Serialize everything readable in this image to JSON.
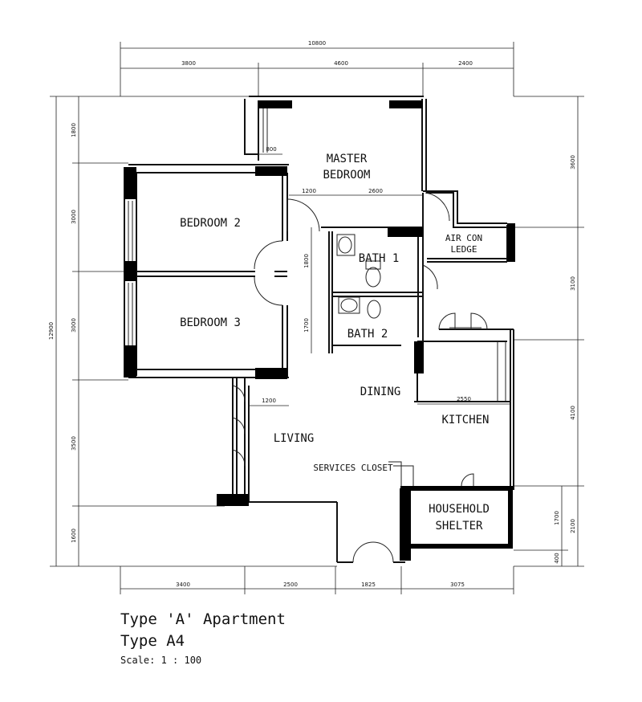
{
  "rooms": {
    "master_bedroom_1": "MASTER",
    "master_bedroom_2": "BEDROOM",
    "bedroom2": "BEDROOM 2",
    "bedroom3": "BEDROOM 3",
    "bath1": "BATH 1",
    "bath2": "BATH 2",
    "aircon_1": "AIR CON",
    "aircon_2": "LEDGE",
    "dining": "DINING",
    "kitchen": "KITCHEN",
    "living": "LIVING",
    "services": "SERVICES CLOSET",
    "shelter_1": "HOUSEHOLD",
    "shelter_2": "SHELTER"
  },
  "dimensions": {
    "overall_width": "10800",
    "top_left": "3800",
    "top_mid": "4600",
    "top_right": "2400",
    "bottom_1": "3400",
    "bottom_2": "2500",
    "bottom_3": "1825",
    "bottom_4": "3075",
    "left_overall": "12900",
    "left_1": "1800",
    "left_2": "3000",
    "left_3": "3000",
    "left_4": "3500",
    "left_5": "1600",
    "right_1": "3600",
    "right_2": "3100",
    "right_3": "4100",
    "right_4": "1700",
    "right_5": "2100",
    "right_6": "400",
    "inner_800": "800",
    "inner_1200a": "1200",
    "inner_2600": "2600",
    "inner_1800": "1800",
    "inner_1700": "1700",
    "inner_1200b": "1200",
    "inner_2550": "2550"
  },
  "caption": {
    "type": "Type 'A' Apartment",
    "subtype": "Type A4",
    "scale": "Scale: 1 : 100"
  }
}
